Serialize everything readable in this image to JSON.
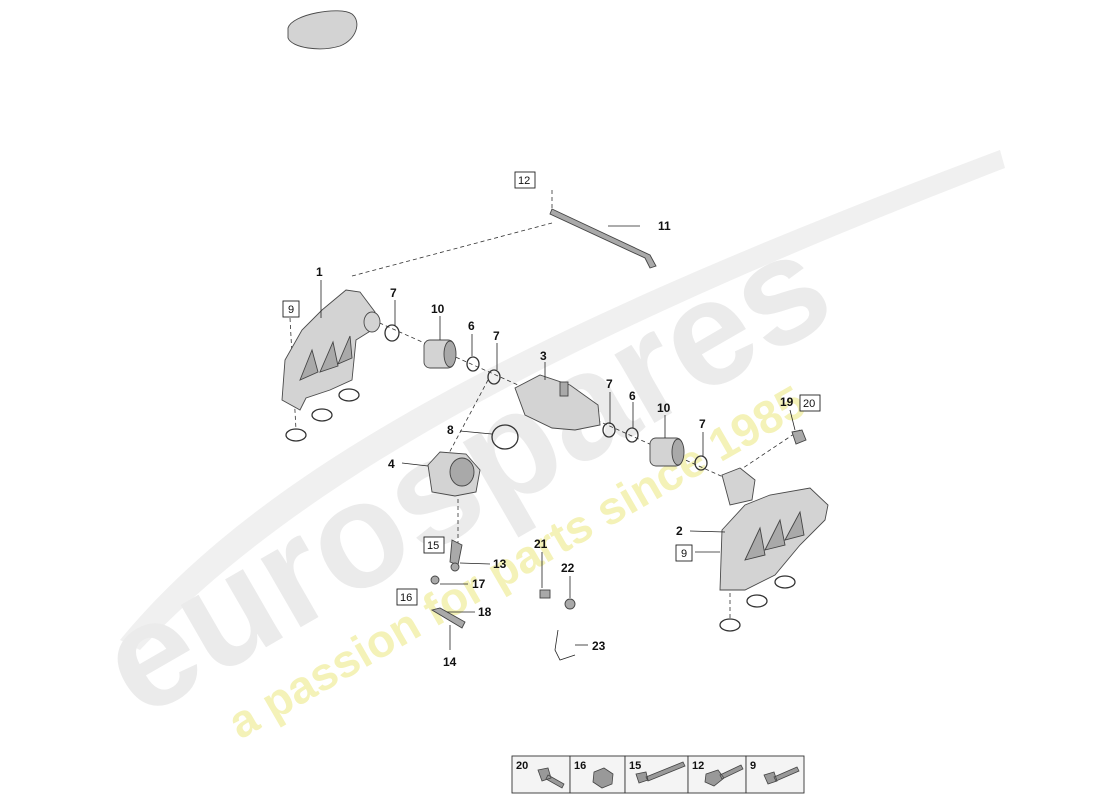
{
  "watermark": {
    "brand": "eurospares",
    "tagline": "a passion for parts since 1985",
    "brand_color": "#e9e9e9",
    "tagline_color": "#f3f1b6"
  },
  "callouts": {
    "c1": "1",
    "c2": "2",
    "c3": "3",
    "c4": "4",
    "c6a": "6",
    "c6b": "6",
    "c7a": "7",
    "c7b": "7",
    "c7c": "7",
    "c7d": "7",
    "c8": "8",
    "c10a": "10",
    "c10b": "10",
    "c11": "11",
    "c13": "13",
    "c14": "14",
    "c17": "17",
    "c18": "18",
    "c19": "19",
    "c21": "21",
    "c22": "22",
    "c23": "23"
  },
  "boxed": {
    "b9a": "9",
    "b9b": "9",
    "b12": "12",
    "b15": "15",
    "b16": "16",
    "b20": "20"
  },
  "legend": [
    "20",
    "16",
    "15",
    "12",
    "9"
  ]
}
